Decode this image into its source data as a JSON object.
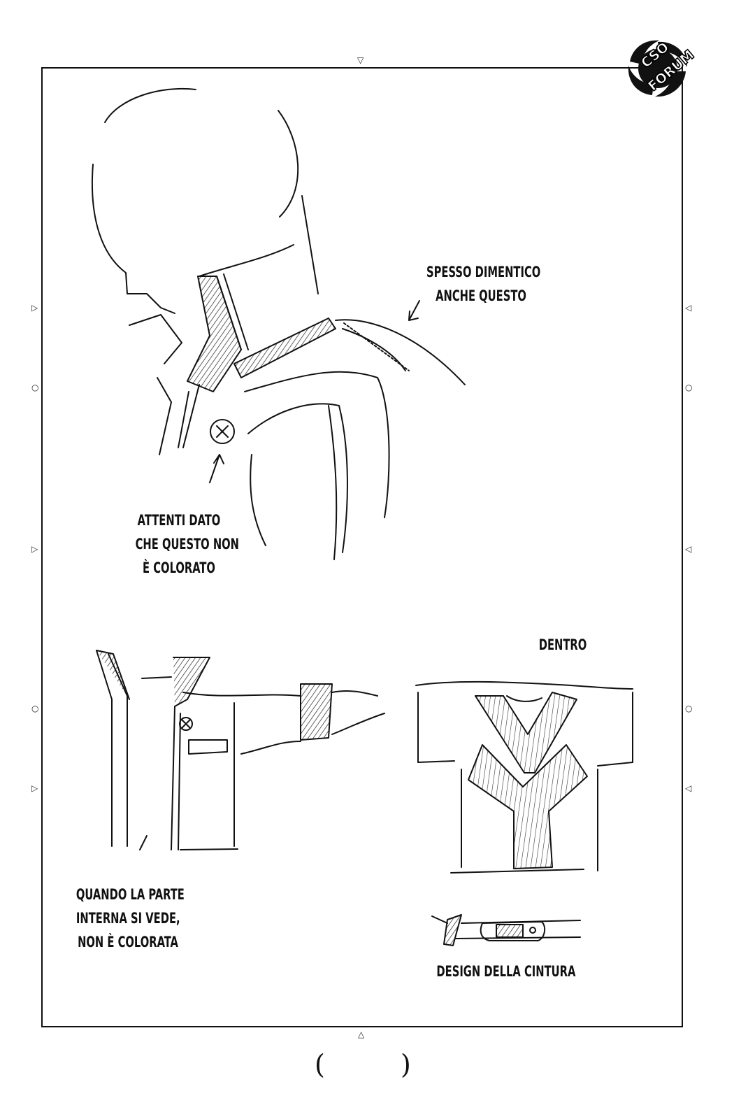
{
  "watermark": {
    "line1": "CSO",
    "line2": "FORUM"
  },
  "annotations": {
    "collar_note": {
      "lines": [
        "SPESSO DIMENTICO",
        "ANCHE QUESTO"
      ]
    },
    "button_note": {
      "lines": [
        "ATTENTI DATO",
        "CHE QUESTO NON",
        "È COLORATO"
      ]
    },
    "inside_label": "DENTRO",
    "inner_part_note": {
      "lines": [
        "QUANDO LA PARTE",
        "INTERNA SI VEDE,",
        "NON È COLORATA"
      ]
    },
    "belt_note": "DESIGN DELLA CINTURA"
  },
  "page_footer": {
    "open_paren": "(",
    "page_number": "",
    "close_paren": ")"
  },
  "registration_marks": {
    "triangle_down": "▽",
    "triangle_up": "△",
    "triangle_right": "▷",
    "triangle_left": "◁",
    "circle": "○"
  },
  "colors": {
    "ink": "#111111",
    "paper": "#ffffff"
  }
}
